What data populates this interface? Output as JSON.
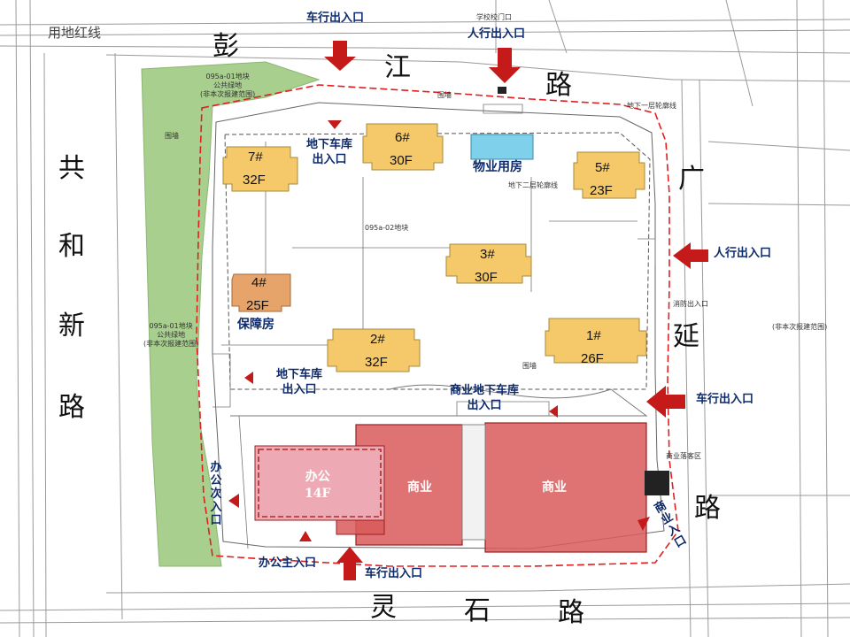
{
  "map": {
    "redline_label": "用地红线",
    "roads": {
      "north": [
        "彭",
        "江",
        "路"
      ],
      "west": [
        "共",
        "和",
        "新",
        "路"
      ],
      "east_upper": "广",
      "east_mid": "延",
      "east_lower": "路",
      "south": [
        "灵",
        "石",
        "路"
      ]
    },
    "entrances": {
      "north_vehicle": "车行出入口",
      "north_pedestrian": "人行出入口",
      "east_pedestrian": "人行出入口",
      "east_vehicle": "车行出入口",
      "south_vehicle": "车行出入口",
      "office_main": "办公主入口",
      "office_secondary": "办公次入口",
      "commerce": "商业入口"
    },
    "garages": {
      "north": "地下车库\n出入口",
      "west": "地下车库\n出入口",
      "commercial": "商业地下车库\n出入口"
    },
    "buildings": [
      {
        "id": "b7",
        "num": "7#",
        "floors": "32F"
      },
      {
        "id": "b6",
        "num": "6#",
        "floors": "30F"
      },
      {
        "id": "b5",
        "num": "5#",
        "floors": "23F"
      },
      {
        "id": "b3",
        "num": "3#",
        "floors": "30F"
      },
      {
        "id": "b4",
        "num": "4#",
        "floors": "25F"
      },
      {
        "id": "b2",
        "num": "2#",
        "floors": "32F"
      },
      {
        "id": "b1",
        "num": "1#",
        "floors": "26F"
      }
    ],
    "labels": {
      "property": "物业用房",
      "affordable": "保障房",
      "office": "办公\n14F",
      "commerce_a": "商业",
      "commerce_b": "商业"
    },
    "small_text": {
      "green_north": "095a-01地块\n公共绿地\n(非本次报建范围)",
      "green_mid": "095a-01地块\n公共绿地\n(非本次报建范围)",
      "plot": "095a-02地块",
      "east_note": "(非本次报建范围)",
      "wall": "围墙",
      "basement_line": "地下一层轮廓线",
      "basement2_line": "地下二层轮廓线",
      "school_gate": "学校校门口",
      "fire_gate": "消防出入口",
      "taxi": "商业落客区"
    },
    "colors": {
      "residential": "#f5c96a",
      "affordable": "#e6a36a",
      "property": "#7fd0ea",
      "commercial": "#d95a5a",
      "office": "#eeaab4",
      "green": "#a8cf8d",
      "arrow": "#c41a1a",
      "annotation": "#0d2a6b"
    }
  }
}
